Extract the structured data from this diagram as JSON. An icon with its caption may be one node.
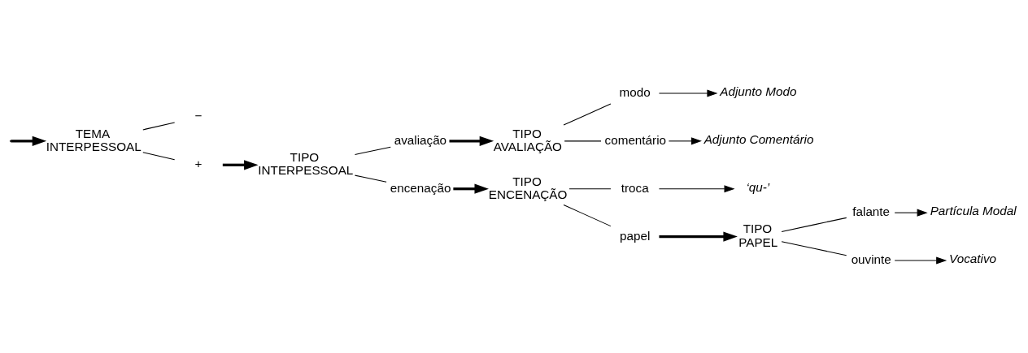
{
  "diagram": {
    "nodes": [
      {
        "text": [
          "TEMA",
          "INTERPESSOAL"
        ]
      },
      {
        "text": [
          "−"
        ]
      },
      {
        "text": [
          "+"
        ]
      },
      {
        "text": [
          "TIPO",
          "INTERPESSOAL"
        ]
      },
      {
        "text": [
          "avaliação"
        ]
      },
      {
        "text": [
          "encenação"
        ]
      },
      {
        "text": [
          "TIPO",
          "AVALIAÇÃO"
        ]
      },
      {
        "text": [
          "modo"
        ]
      },
      {
        "text": [
          "comentário"
        ]
      },
      {
        "text": [
          "Adjunto Modo"
        ]
      },
      {
        "text": [
          "Adjunto Comentário"
        ]
      },
      {
        "text": [
          "TIPO",
          "ENCENAÇÃO"
        ]
      },
      {
        "text": [
          "troca"
        ]
      },
      {
        "text": [
          "papel"
        ]
      },
      {
        "text": [
          "‘qu-’"
        ]
      },
      {
        "text": [
          "TIPO",
          "PAPEL"
        ]
      },
      {
        "text": [
          "falante"
        ]
      },
      {
        "text": [
          "ouvinte"
        ]
      },
      {
        "text": [
          "Partícula Modal"
        ]
      },
      {
        "text": [
          "Vocativo"
        ]
      }
    ],
    "edges": [
      {
        "from": null,
        "to": 0,
        "arrow": "to",
        "style": "thick"
      },
      {
        "from": 0,
        "to": 1,
        "arrow": "none"
      },
      {
        "from": 0,
        "to": 2,
        "arrow": "none"
      },
      {
        "from": 2,
        "to": 3,
        "arrow": "to",
        "style": "thick"
      },
      {
        "from": 3,
        "to": 4,
        "arrow": "none"
      },
      {
        "from": 3,
        "to": 5,
        "arrow": "none"
      },
      {
        "from": 4,
        "to": 6,
        "arrow": "to",
        "style": "thick"
      },
      {
        "from": 6,
        "to": 7,
        "arrow": "none"
      },
      {
        "from": 6,
        "to": 8,
        "arrow": "none"
      },
      {
        "from": 7,
        "to": 9,
        "arrow": "to"
      },
      {
        "from": 8,
        "to": 10,
        "arrow": "to"
      },
      {
        "from": 5,
        "to": 11,
        "arrow": "to",
        "style": "thick"
      },
      {
        "from": 11,
        "to": 12,
        "arrow": "none"
      },
      {
        "from": 11,
        "to": 13,
        "arrow": "none"
      },
      {
        "from": 12,
        "to": 14,
        "arrow": "to"
      },
      {
        "from": 13,
        "to": 15,
        "arrow": "to",
        "style": "thick"
      },
      {
        "from": 15,
        "to": 16,
        "arrow": "none"
      },
      {
        "from": 15,
        "to": 17,
        "arrow": "none"
      },
      {
        "from": 16,
        "to": 18,
        "arrow": "to"
      },
      {
        "from": 17,
        "to": 19,
        "arrow": "to"
      }
    ]
  }
}
